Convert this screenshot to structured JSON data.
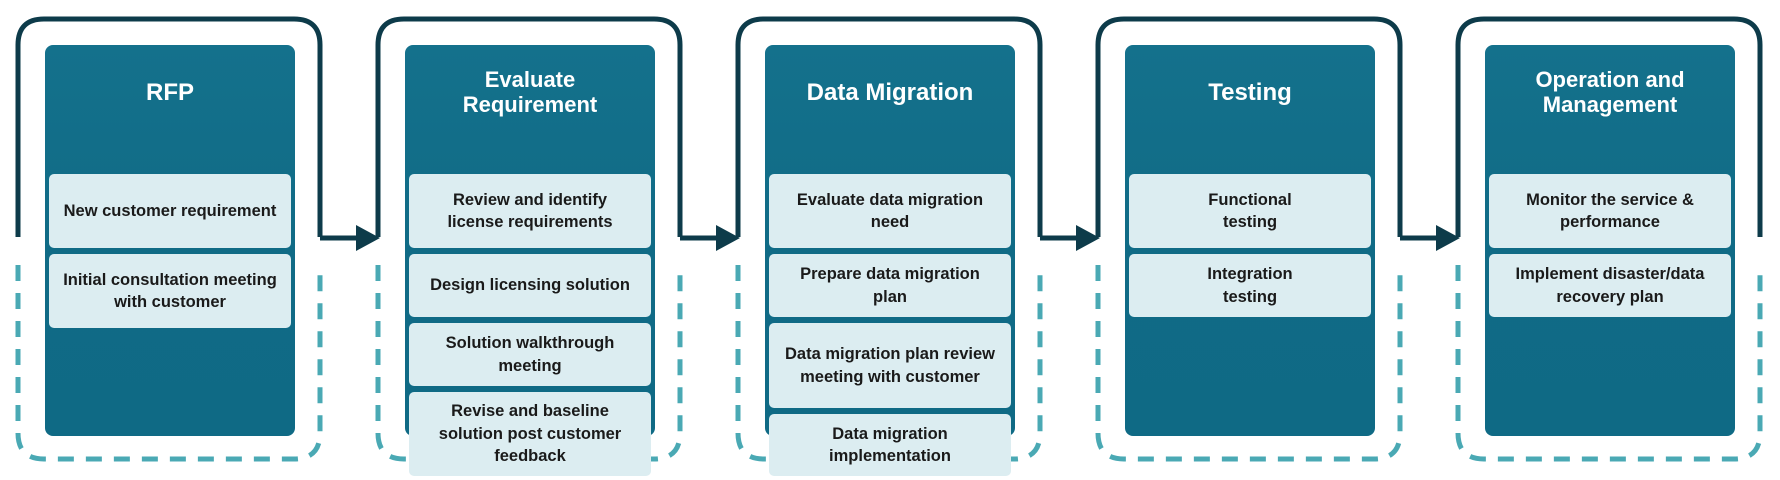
{
  "colors": {
    "frame_dark": "#0d3b4a",
    "frame_dashed": "#4aa9b4",
    "panel": "#10708a",
    "card": "#dcedf1",
    "title_text": "#ffffff",
    "card_text": "#1a1a1a"
  },
  "stages": [
    {
      "title": "RFP",
      "steps": [
        "New customer requirement",
        "Initial consultation meeting with customer"
      ]
    },
    {
      "title": "Evaluate Requirement",
      "steps": [
        "Review and identify license requirements",
        "Design licensing solution",
        "Solution walkthrough meeting",
        "Revise and baseline solution post customer feedback"
      ]
    },
    {
      "title": "Data Migration",
      "steps": [
        "Evaluate data migration need",
        "Prepare data migration plan",
        "Data migration plan review meeting with customer",
        "Data migration implementation"
      ]
    },
    {
      "title": "Testing",
      "steps": [
        "Functional testing",
        "Integration testing"
      ]
    },
    {
      "title": "Operation and Management",
      "steps": [
        "Monitor the service & performance",
        "Implement disaster/data recovery plan"
      ]
    }
  ]
}
